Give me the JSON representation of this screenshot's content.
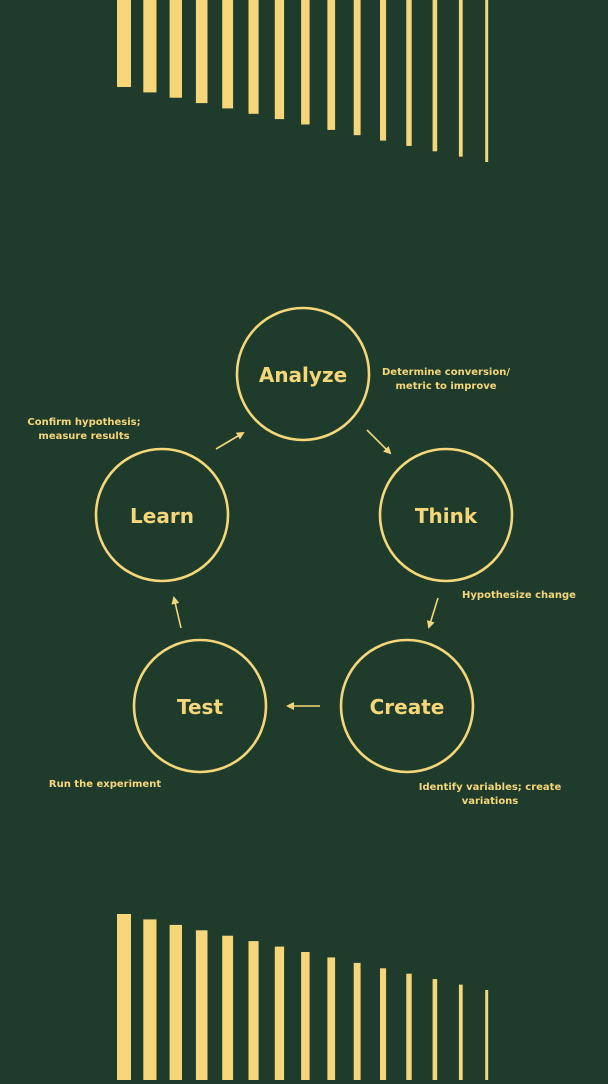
{
  "colors": {
    "background": "#1e3b2c",
    "accent": "#f5d77a"
  },
  "diagram": {
    "nodes": [
      {
        "id": "analyze",
        "label": "Analyze"
      },
      {
        "id": "think",
        "label": "Think"
      },
      {
        "id": "create",
        "label": "Create"
      },
      {
        "id": "test",
        "label": "Test"
      },
      {
        "id": "learn",
        "label": "Learn"
      }
    ],
    "captions": {
      "analyze": [
        "Determine conversion/",
        "metric to improve"
      ],
      "think": [
        "Hypothesize change"
      ],
      "create": [
        "Identify variables; create",
        "variations"
      ],
      "test": [
        "Run the experiment"
      ],
      "learn": [
        "Confirm hypothesis;",
        "measure results"
      ]
    },
    "edges": [
      {
        "from": "analyze",
        "to": "think"
      },
      {
        "from": "think",
        "to": "create"
      },
      {
        "from": "create",
        "to": "test"
      },
      {
        "from": "test",
        "to": "learn"
      },
      {
        "from": "learn",
        "to": "analyze"
      }
    ]
  }
}
